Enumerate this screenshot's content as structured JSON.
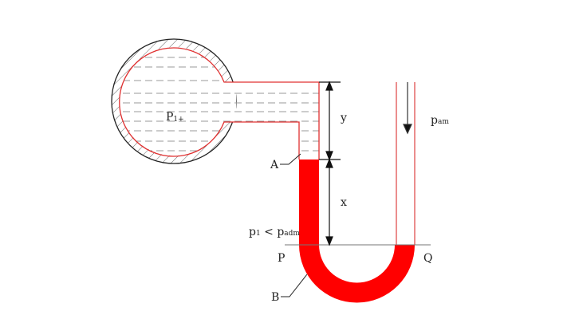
{
  "diagram": {
    "title": "U-tube manometer connected to pressurized vessel",
    "labels": {
      "vessel_pressure": "P",
      "vessel_pressure_sub": "1+",
      "point_a": "A",
      "point_b": "B",
      "point_p": "P",
      "point_q": "Q",
      "height_y": "y",
      "height_x": "x",
      "atm_pressure": "p",
      "atm_pressure_sub": "am",
      "condition_p": "p",
      "condition_sub1": "1",
      "condition_lt": " < p",
      "condition_sub2": "adm"
    },
    "colors": {
      "manometer_fluid": "#ff0000",
      "tube_wall": "#e05050",
      "vessel_wall": "#222222",
      "dash": "#999999"
    }
  }
}
